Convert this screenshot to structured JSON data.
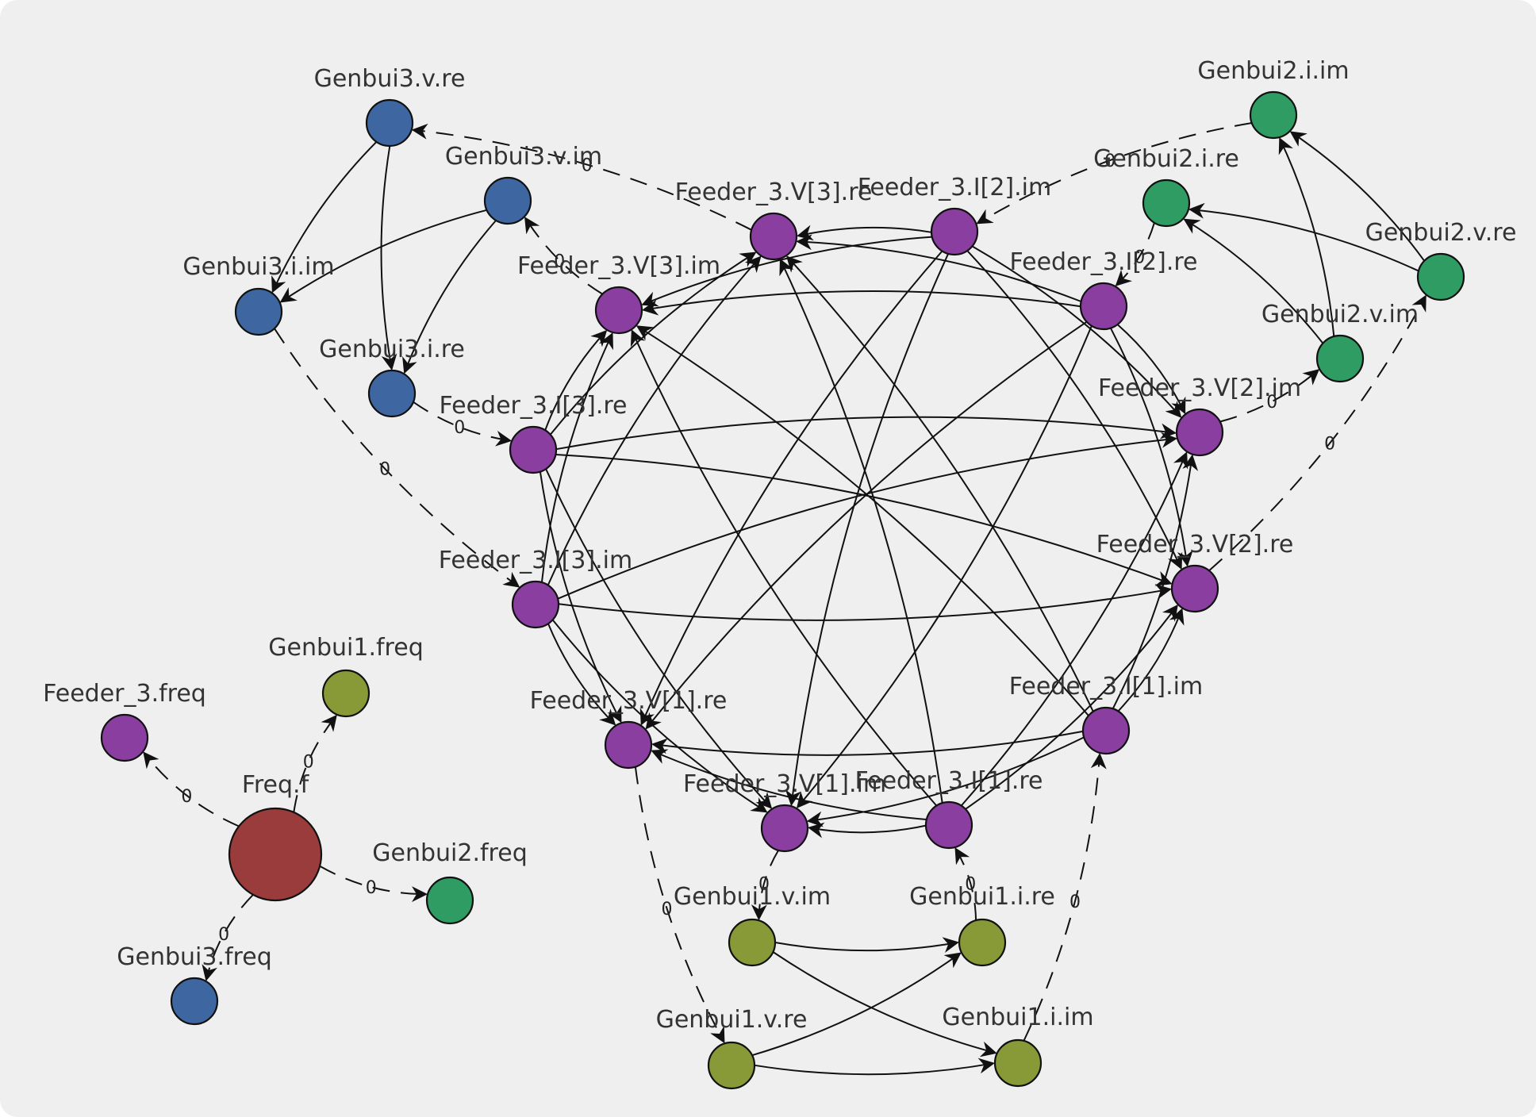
{
  "colors": {
    "background": "#efefef",
    "purple": "#8a3fa0",
    "blue": "#3e67a1",
    "green": "#2f9c63",
    "olive": "#879a37",
    "red": "#9a3c3c",
    "stroke": "#111111"
  },
  "nodes": [
    {
      "id": "freq_f",
      "label": "Freq.f",
      "color": "red"
    },
    {
      "id": "f3_freq",
      "label": "Feeder_3.freq",
      "color": "purple"
    },
    {
      "id": "g1_freq",
      "label": "Genbui1.freq",
      "color": "olive"
    },
    {
      "id": "g2_freq",
      "label": "Genbui2.freq",
      "color": "green"
    },
    {
      "id": "g3_freq",
      "label": "Genbui3.freq",
      "color": "blue"
    },
    {
      "id": "g3_vre",
      "label": "Genbui3.v.re",
      "color": "blue"
    },
    {
      "id": "g3_vim",
      "label": "Genbui3.v.im",
      "color": "blue"
    },
    {
      "id": "g3_iim",
      "label": "Genbui3.i.im",
      "color": "blue"
    },
    {
      "id": "g3_ire",
      "label": "Genbui3.i.re",
      "color": "blue"
    },
    {
      "id": "g2_iim",
      "label": "Genbui2.i.im",
      "color": "green"
    },
    {
      "id": "g2_ire",
      "label": "Genbui2.i.re",
      "color": "green"
    },
    {
      "id": "g2_vre",
      "label": "Genbui2.v.re",
      "color": "green"
    },
    {
      "id": "g2_vim",
      "label": "Genbui2.v.im",
      "color": "green"
    },
    {
      "id": "g1_vim",
      "label": "Genbui1.v.im",
      "color": "olive"
    },
    {
      "id": "g1_ire",
      "label": "Genbui1.i.re",
      "color": "olive"
    },
    {
      "id": "g1_vre",
      "label": "Genbui1.v.re",
      "color": "olive"
    },
    {
      "id": "g1_iim",
      "label": "Genbui1.i.im",
      "color": "olive"
    },
    {
      "id": "v3re",
      "label": "Feeder_3.V[3].re",
      "color": "purple"
    },
    {
      "id": "i2im",
      "label": "Feeder_3.I[2].im",
      "color": "purple"
    },
    {
      "id": "v3im",
      "label": "Feeder_3.V[3].im",
      "color": "purple"
    },
    {
      "id": "i2re",
      "label": "Feeder_3.I[2].re",
      "color": "purple"
    },
    {
      "id": "i3re",
      "label": "Feeder_3.I[3].re",
      "color": "purple"
    },
    {
      "id": "v2im",
      "label": "Feeder_3.V[2].im",
      "color": "purple"
    },
    {
      "id": "i3im",
      "label": "Feeder_3.I[3].im",
      "color": "purple"
    },
    {
      "id": "v2re",
      "label": "Feeder_3.V[2].re",
      "color": "purple"
    },
    {
      "id": "v1re",
      "label": "Feeder_3.V[1].re",
      "color": "purple"
    },
    {
      "id": "i1im",
      "label": "Feeder_3.I[1].im",
      "color": "purple"
    },
    {
      "id": "v1im",
      "label": "Feeder_3.V[1].im",
      "color": "purple"
    },
    {
      "id": "i1re",
      "label": "Feeder_3.I[1].re",
      "color": "purple"
    }
  ],
  "edges": [
    {
      "from": "freq_f",
      "to": "f3_freq",
      "dashed": true,
      "label": "0"
    },
    {
      "from": "freq_f",
      "to": "g1_freq",
      "dashed": true,
      "label": "0"
    },
    {
      "from": "freq_f",
      "to": "g2_freq",
      "dashed": true,
      "label": "0"
    },
    {
      "from": "freq_f",
      "to": "g3_freq",
      "dashed": true,
      "label": "0"
    },
    {
      "from": "g3_vre",
      "to": "g3_iim",
      "dashed": false
    },
    {
      "from": "g3_vre",
      "to": "g3_ire",
      "dashed": false
    },
    {
      "from": "g3_vim",
      "to": "g3_iim",
      "dashed": false
    },
    {
      "from": "g3_vim",
      "to": "g3_ire",
      "dashed": false
    },
    {
      "from": "v3re",
      "to": "g3_vre",
      "dashed": true,
      "label": "0"
    },
    {
      "from": "v3im",
      "to": "g3_vim",
      "dashed": true,
      "label": "0"
    },
    {
      "from": "g3_ire",
      "to": "i3re",
      "dashed": true,
      "label": "0"
    },
    {
      "from": "g3_iim",
      "to": "i3im",
      "dashed": true,
      "label": "0"
    },
    {
      "from": "g2_vre",
      "to": "g2_iim",
      "dashed": false
    },
    {
      "from": "g2_vre",
      "to": "g2_ire",
      "dashed": false
    },
    {
      "from": "g2_vim",
      "to": "g2_iim",
      "dashed": false
    },
    {
      "from": "g2_vim",
      "to": "g2_ire",
      "dashed": false
    },
    {
      "from": "v2im",
      "to": "g2_vim",
      "dashed": true,
      "label": "0"
    },
    {
      "from": "v2re",
      "to": "g2_vre",
      "dashed": true,
      "label": "0"
    },
    {
      "from": "g2_iim",
      "to": "i2im",
      "dashed": true,
      "label": "0"
    },
    {
      "from": "g2_ire",
      "to": "i2re",
      "dashed": true,
      "label": "0"
    },
    {
      "from": "g1_vim",
      "to": "g1_ire",
      "dashed": false
    },
    {
      "from": "g1_vim",
      "to": "g1_iim",
      "dashed": false
    },
    {
      "from": "g1_vre",
      "to": "g1_ire",
      "dashed": false
    },
    {
      "from": "g1_vre",
      "to": "g1_iim",
      "dashed": false
    },
    {
      "from": "v1im",
      "to": "g1_vim",
      "dashed": true,
      "label": "0"
    },
    {
      "from": "v1re",
      "to": "g1_vre",
      "dashed": true,
      "label": "0"
    },
    {
      "from": "g1_ire",
      "to": "i1re",
      "dashed": true,
      "label": "0"
    },
    {
      "from": "g1_iim",
      "to": "i1im",
      "dashed": true,
      "label": "0"
    },
    {
      "from": "i3re",
      "to": "v3re",
      "dashed": false
    },
    {
      "from": "i3re",
      "to": "v3im",
      "dashed": false
    },
    {
      "from": "i3re",
      "to": "v2re",
      "dashed": false
    },
    {
      "from": "i3re",
      "to": "v2im",
      "dashed": false
    },
    {
      "from": "i3re",
      "to": "v1re",
      "dashed": false
    },
    {
      "from": "i3re",
      "to": "v1im",
      "dashed": false
    },
    {
      "from": "i3im",
      "to": "v3re",
      "dashed": false
    },
    {
      "from": "i3im",
      "to": "v3im",
      "dashed": false
    },
    {
      "from": "i3im",
      "to": "v2re",
      "dashed": false
    },
    {
      "from": "i3im",
      "to": "v2im",
      "dashed": false
    },
    {
      "from": "i3im",
      "to": "v1re",
      "dashed": false
    },
    {
      "from": "i3im",
      "to": "v1im",
      "dashed": false
    },
    {
      "from": "i2re",
      "to": "v3re",
      "dashed": false
    },
    {
      "from": "i2re",
      "to": "v3im",
      "dashed": false
    },
    {
      "from": "i2re",
      "to": "v2re",
      "dashed": false
    },
    {
      "from": "i2re",
      "to": "v2im",
      "dashed": false
    },
    {
      "from": "i2re",
      "to": "v1re",
      "dashed": false
    },
    {
      "from": "i2re",
      "to": "v1im",
      "dashed": false
    },
    {
      "from": "i2im",
      "to": "v3re",
      "dashed": false
    },
    {
      "from": "i2im",
      "to": "v3im",
      "dashed": false
    },
    {
      "from": "i2im",
      "to": "v2re",
      "dashed": false
    },
    {
      "from": "i2im",
      "to": "v2im",
      "dashed": false
    },
    {
      "from": "i2im",
      "to": "v1re",
      "dashed": false
    },
    {
      "from": "i2im",
      "to": "v1im",
      "dashed": false
    },
    {
      "from": "i1re",
      "to": "v3re",
      "dashed": false
    },
    {
      "from": "i1re",
      "to": "v3im",
      "dashed": false
    },
    {
      "from": "i1re",
      "to": "v2re",
      "dashed": false
    },
    {
      "from": "i1re",
      "to": "v2im",
      "dashed": false
    },
    {
      "from": "i1re",
      "to": "v1re",
      "dashed": false
    },
    {
      "from": "i1re",
      "to": "v1im",
      "dashed": false
    },
    {
      "from": "i1im",
      "to": "v3re",
      "dashed": false
    },
    {
      "from": "i1im",
      "to": "v3im",
      "dashed": false
    },
    {
      "from": "i1im",
      "to": "v2re",
      "dashed": false
    },
    {
      "from": "i1im",
      "to": "v2im",
      "dashed": false
    },
    {
      "from": "i1im",
      "to": "v1re",
      "dashed": false
    },
    {
      "from": "i1im",
      "to": "v1im",
      "dashed": false
    }
  ]
}
